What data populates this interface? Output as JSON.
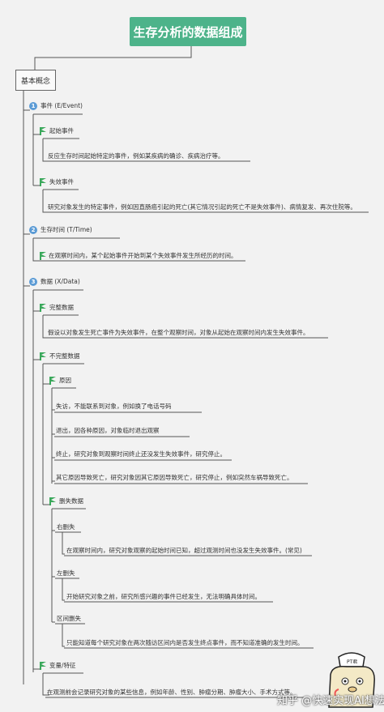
{
  "root": {
    "title": "生存分析的数据组成"
  },
  "concept": {
    "label": "基本概念"
  },
  "sections": [
    {
      "num": "1",
      "title": "事件 (E/Event)"
    },
    {
      "num": "2",
      "title": "生存时间 (T/Time)"
    },
    {
      "num": "3",
      "title": "数据 (X/Data)"
    }
  ],
  "event": {
    "start": {
      "label": "起始事件",
      "desc": "反应生存时间起始特定的事件，例如某疾病的确诊、疾病治疗等。"
    },
    "failure": {
      "label": "失效事件",
      "desc": "研究对象发生的特定事件，例如因直肠癌引起的死亡(其它情况引起的死亡不是失效事件)、病情复发、再次住院等。"
    }
  },
  "time": {
    "desc": "在观察时间内，某个起始事件开始到某个失效事件发生所经历的时间。"
  },
  "data": {
    "complete": {
      "label": "完整数据",
      "desc": "假设以对象发生死亡事件为失效事件，在整个观察时间，对象从起始在观察时间内发生失效事件。"
    },
    "incomplete": {
      "label": "不完整数据",
      "cause": {
        "label": "原因",
        "items": [
          "失访，不能联系到对象，例如换了电话号码",
          "退出，因各种原因，对象临时退出观察",
          "终止，研究对象到观察时间终止还没发生失效事件，研究停止。",
          "其它原因导致死亡，研究对象因其它原因导致死亡，研究停止，例如突然车祸导致死亡。"
        ]
      },
      "deletion": {
        "label": "删失数据",
        "right": {
          "label": "右删失",
          "desc": "在观察时间内，研究对象观察的起始时间已知，超过观测时间也没发生失效事件。(常见)"
        },
        "left": {
          "label": "左删失",
          "desc": "开始研究对象之前，研究所感兴趣的事件已经发生，无法明确具体时间。"
        },
        "interval": {
          "label": "区间删失",
          "desc": "只能知道每个研究对象在两次随访区间内是否发生终点事件，而不知道准确的发生时间。"
        }
      }
    },
    "variables": {
      "label": "变量/特征",
      "desc": "在观测前会记录研究对象的某些信息，例如年龄、性别、肿瘤分期、肿瘤大小、手术方式等。"
    }
  },
  "watermark": "知乎 @快速实现AI想法",
  "mascot_text": "PT君",
  "colors": {
    "root": "#4db38a",
    "flag": "#3aa85b",
    "number": "#5b9bd5",
    "line": "#555555",
    "bg": "#f2f2f2"
  }
}
